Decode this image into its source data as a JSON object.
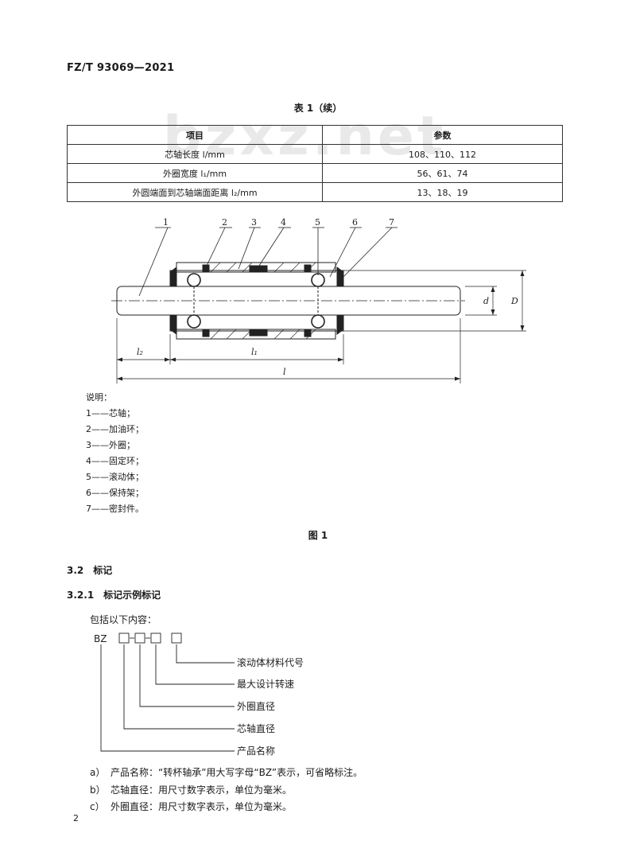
{
  "header": {
    "standard_no": "FZ/T 93069—2021"
  },
  "watermark": "bzxz.net",
  "table": {
    "caption": "表 1（续）",
    "columns": [
      "项目",
      "参数"
    ],
    "rows": [
      [
        "芯轴长度 l/mm",
        "108、110、112"
      ],
      [
        "外圈宽度 l₁/mm",
        "56、61、74"
      ],
      [
        "外圆端面到芯轴端面距离 l₂/mm",
        "13、18、19"
      ]
    ]
  },
  "figure": {
    "callouts": [
      "1",
      "2",
      "3",
      "4",
      "5",
      "6",
      "7"
    ],
    "dims": {
      "l2": "l₂",
      "l1": "l₁",
      "l": "l",
      "d": "d",
      "D": "D"
    },
    "legend_title": "说明：",
    "legend": [
      "1——芯轴；",
      "2——加油环；",
      "3——外圈；",
      "4——固定环；",
      "5——滚动体；",
      "6——保持架；",
      "7——密封件。"
    ],
    "caption": "图 1"
  },
  "section": {
    "h2": "3.2　标记",
    "h3": "3.2.1　标记示例标记",
    "intro": "包括以下内容：",
    "code_prefix": "BZ",
    "marking_labels": [
      "滚动体材料代号",
      "最大设计转速",
      "外圈直径",
      "芯轴直径",
      "产品名称"
    ],
    "items": [
      {
        "mark": "a）",
        "text": "产品名称：“转杯轴承”用大写字母“BZ”表示，可省略标注。"
      },
      {
        "mark": "b）",
        "text": "芯轴直径：用尺寸数字表示，单位为毫米。"
      },
      {
        "mark": "c）",
        "text": "外圈直径：用尺寸数字表示，单位为毫米。"
      }
    ]
  },
  "page_number": "2"
}
